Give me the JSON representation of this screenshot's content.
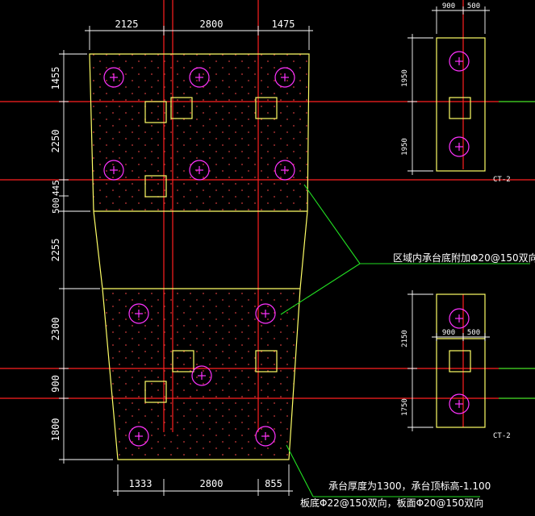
{
  "colors": {
    "background": "#000000",
    "outline": "#ffff66",
    "axis": "#ff2020",
    "pile": "#ff33ff",
    "leader": "#22dd22",
    "dimension": "#ffffff",
    "hatch": "#cc3a3a"
  },
  "dimensions": {
    "top": [
      "2125",
      "2800",
      "1475"
    ],
    "bottom": [
      "1333",
      "2800",
      "855"
    ],
    "left": [
      "1455",
      "2250",
      "500",
      "445",
      "2255",
      "2300",
      "900",
      "1800"
    ],
    "ct_top": [
      "900",
      "500"
    ],
    "ct_top_side": [
      "1950",
      "1950"
    ],
    "ct_bottom": [
      "900",
      "500"
    ],
    "ct_bottom_side": [
      "2150",
      "1750"
    ]
  },
  "labels": {
    "ct_top": "CT-2",
    "ct_bottom": "CT-2",
    "region_note": "区域内承台底附加Φ20@150双向",
    "note_line1": "承台厚度为1300，承台顶标高-1.100",
    "note_line2": "板底Φ22@150双向，板面Φ20@150双向"
  },
  "piles": {
    "main": [
      [
        141,
        96
      ],
      [
        247,
        96
      ],
      [
        353,
        96
      ],
      [
        141,
        211
      ],
      [
        247,
        211
      ],
      [
        353,
        211
      ],
      [
        172,
        389
      ],
      [
        329,
        389
      ],
      [
        250,
        466
      ],
      [
        172,
        541
      ],
      [
        329,
        541
      ]
    ],
    "ct_top": [
      [
        569,
        76
      ],
      [
        569,
        182
      ]
    ],
    "ct_bottom": [
      [
        569,
        395
      ],
      [
        569,
        501
      ]
    ]
  },
  "columns": {
    "main": [
      [
        193,
        139
      ],
      [
        225,
        134
      ],
      [
        330,
        134
      ],
      [
        193,
        231
      ],
      [
        227,
        448
      ],
      [
        330,
        448
      ],
      [
        193,
        486
      ]
    ],
    "ct_top": [
      [
        570,
        134
      ]
    ],
    "ct_bottom": [
      [
        570,
        448
      ]
    ]
  }
}
